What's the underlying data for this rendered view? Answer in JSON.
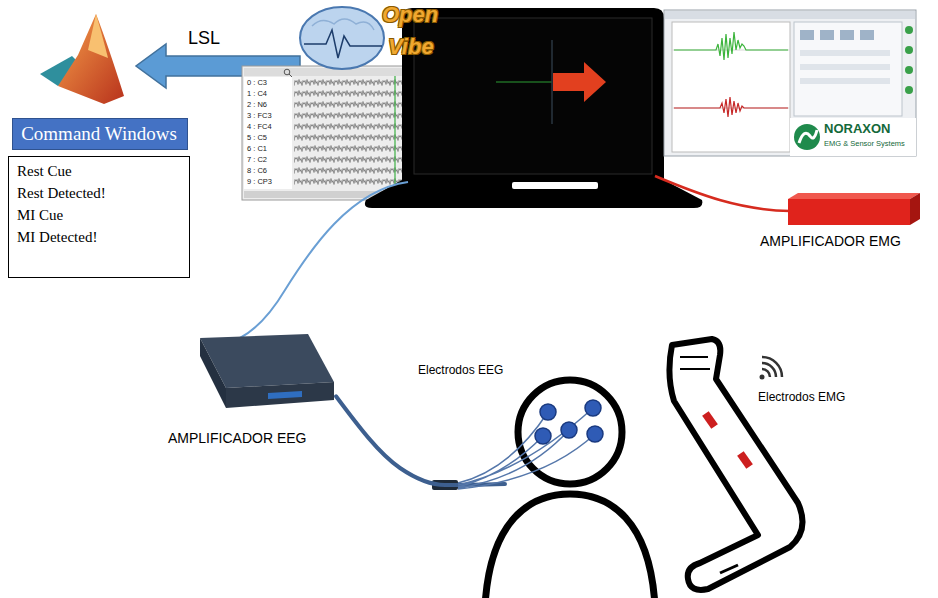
{
  "diagram": {
    "nodes": [
      {
        "text": [
          "Command Windows",
          "Rest Cue",
          "Rest Detected!",
          "MI Cue",
          "MI Detected!"
        ]
      },
      {
        "text": [
          "Open",
          "Vibe"
        ]
      },
      {
        "text": [
          "NORAXON",
          "EMG & Sensor Systems"
        ]
      },
      {
        "text": [
          "AMPLIFICADOR EMG"
        ]
      },
      {
        "text": [
          "AMPLIFICADOR EEG"
        ]
      },
      {
        "text": [
          "Electrodos EEG"
        ]
      },
      {
        "text": [
          "Electrodos EMG"
        ]
      }
    ],
    "edges": [
      {
        "from": 4,
        "to": 5,
        "arrow": "none"
      }
    ],
    "labels": [
      "LSL",
      "0 : C3",
      "1 : C4",
      "2 : N6",
      "3 : FC3",
      "4 : FC4",
      "5 : C5",
      "6 : C1",
      "7 : C2",
      "8 : C6",
      "9 : CP3"
    ]
  }
}
